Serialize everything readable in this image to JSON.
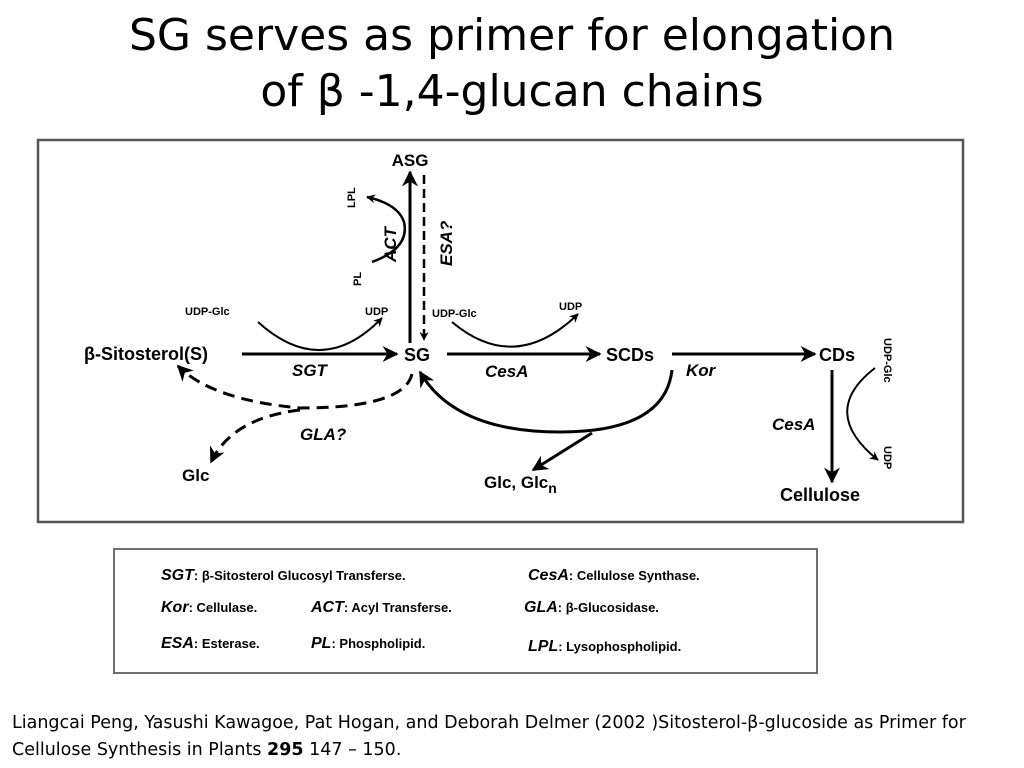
{
  "title": {
    "line1": "SG serves as primer for elongation",
    "line2": "of  β -1,4-glucan chains"
  },
  "diagram": {
    "nodes": {
      "asg": "ASG",
      "sitosterol": "β-Sitosterol(S)",
      "sg": "SG",
      "scds": "SCDs",
      "cds": "CDs",
      "cellulose": "Cellulose",
      "glc_left": "Glc",
      "glc_n_base": "Glc, Glc",
      "glc_n_sub": "n"
    },
    "cofactors": {
      "udp_glc_1": "UDP-Glc",
      "udp_1": "UDP",
      "udp_glc_2": "UDP-Glc",
      "udp_2": "UDP",
      "udp_glc_3": "UDP-Glc",
      "udp_3": "UDP",
      "lpl": "LPL",
      "pl": "PL"
    },
    "enzymes": {
      "sgt": "SGT",
      "cesa_1": "CesA",
      "kor": "Kor",
      "cesa_2": "CesA",
      "gla": "GLA?",
      "act": "ACT",
      "esa": "ESA?"
    }
  },
  "legend": {
    "sgt": {
      "abbr": "SGT",
      "desc": ": β-Sitosterol Glucosyl Transferse."
    },
    "cesa": {
      "abbr": "CesA",
      "desc": ": Cellulose Synthase."
    },
    "kor": {
      "abbr": "Kor",
      "desc": ": Cellulase."
    },
    "act": {
      "abbr": "ACT",
      "desc": ": Acyl Transferse."
    },
    "gla": {
      "abbr": "GLA",
      "desc": ": β-Glucosidase."
    },
    "esa": {
      "abbr": "ESA",
      "desc": ": Esterase."
    },
    "pl": {
      "abbr": "PL",
      "desc": ": Phospholipid."
    },
    "lpl": {
      "abbr": "LPL",
      "desc": ": Lysophospholipid."
    }
  },
  "citation": {
    "text": "Liangcai Peng, Yasushi Kawagoe, Pat Hogan, and Deborah Delmer (2002 )Sitosterol-β-glucoside as Primer for Cellulose Synthesis in Plants ",
    "volume": "295",
    "pages": " 147 – 150."
  }
}
